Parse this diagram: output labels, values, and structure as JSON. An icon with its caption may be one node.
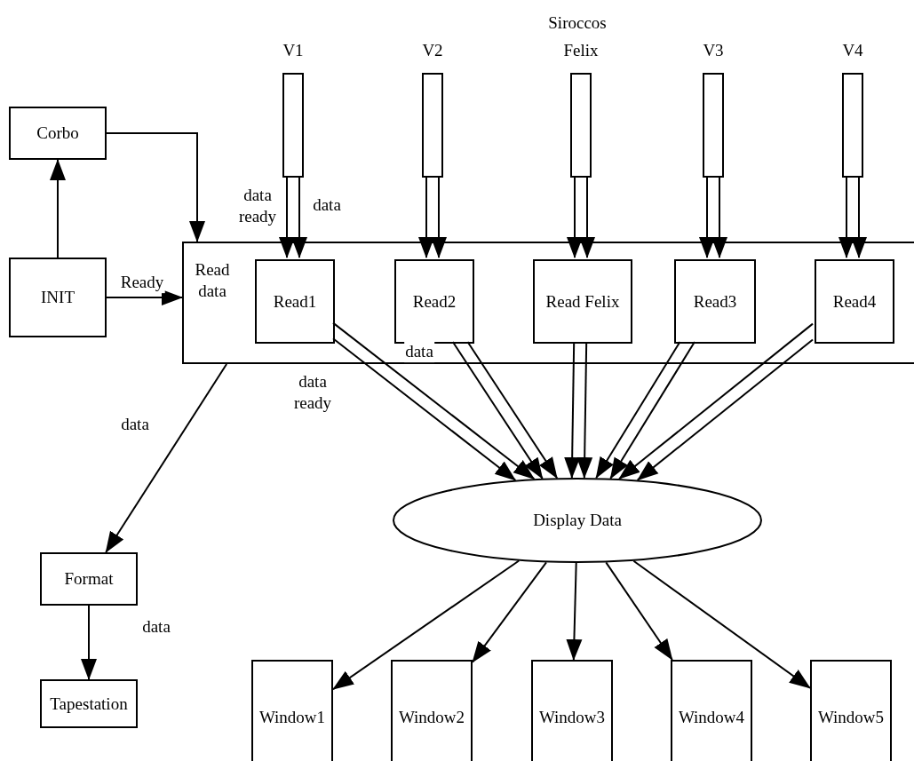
{
  "diagram": {
    "nodes": [
      {
        "text": [
          "V1"
        ]
      },
      {
        "text": [
          "V2"
        ]
      },
      {
        "text": [
          "Felix"
        ]
      },
      {
        "text": [
          "V3"
        ]
      },
      {
        "text": [
          "V4"
        ]
      },
      {
        "text": [
          "Corbo"
        ]
      },
      {
        "text": [
          "INIT"
        ]
      },
      {
        "text": [
          "Read data"
        ]
      },
      {
        "text": [
          "Read1"
        ],
        "in": 7
      },
      {
        "text": [
          "Read2"
        ],
        "in": 7
      },
      {
        "text": [
          "Read Felix"
        ],
        "in": 7
      },
      {
        "text": [
          "Read3"
        ],
        "in": 7
      },
      {
        "text": [
          "Read4"
        ],
        "in": 7
      },
      {
        "text": [
          "Display Data"
        ]
      },
      {
        "text": [
          "Format"
        ]
      },
      {
        "text": [
          "Tapestation"
        ]
      },
      {
        "text": [
          "Window1"
        ]
      },
      {
        "text": [
          "Window2"
        ]
      },
      {
        "text": [
          "Window3"
        ]
      },
      {
        "text": [
          "Window4"
        ]
      },
      {
        "text": [
          "Window5"
        ]
      }
    ],
    "edges": [
      {
        "from": 6,
        "to": 5,
        "arrow": "to"
      },
      {
        "from": 5,
        "to": 7,
        "arrow": "to"
      },
      {
        "from": 6,
        "to": 7,
        "arrow": "to",
        "label": "Ready"
      },
      {
        "from": 0,
        "to": 8,
        "arrow": "to",
        "label": "data ready"
      },
      {
        "from": 0,
        "to": 8,
        "arrow": "to",
        "label": "data"
      },
      {
        "from": 1,
        "to": 9,
        "arrow": "to"
      },
      {
        "from": 1,
        "to": 9,
        "arrow": "to"
      },
      {
        "from": 2,
        "to": 10,
        "arrow": "to"
      },
      {
        "from": 2,
        "to": 10,
        "arrow": "to"
      },
      {
        "from": 3,
        "to": 11,
        "arrow": "to"
      },
      {
        "from": 3,
        "to": 11,
        "arrow": "to"
      },
      {
        "from": 4,
        "to": 12,
        "arrow": "to"
      },
      {
        "from": 4,
        "to": 12,
        "arrow": "to"
      },
      {
        "from": 8,
        "to": 13,
        "arrow": "to",
        "label": "data ready"
      },
      {
        "from": 8,
        "to": 13,
        "arrow": "to",
        "label": "data"
      },
      {
        "from": 9,
        "to": 13,
        "arrow": "to"
      },
      {
        "from": 9,
        "to": 13,
        "arrow": "to"
      },
      {
        "from": 10,
        "to": 13,
        "arrow": "to"
      },
      {
        "from": 10,
        "to": 13,
        "arrow": "to"
      },
      {
        "from": 11,
        "to": 13,
        "arrow": "to"
      },
      {
        "from": 11,
        "to": 13,
        "arrow": "to"
      },
      {
        "from": 12,
        "to": 13,
        "arrow": "to"
      },
      {
        "from": 12,
        "to": 13,
        "arrow": "to"
      },
      {
        "from": 7,
        "to": 14,
        "arrow": "to",
        "label": "data"
      },
      {
        "from": 14,
        "to": 15,
        "arrow": "to",
        "label": "data"
      },
      {
        "from": 13,
        "to": 16,
        "arrow": "to"
      },
      {
        "from": 13,
        "to": 17,
        "arrow": "to"
      },
      {
        "from": 13,
        "to": 18,
        "arrow": "to"
      },
      {
        "from": 13,
        "to": 19,
        "arrow": "to"
      },
      {
        "from": 13,
        "to": 20,
        "arrow": "to"
      }
    ],
    "labels": [
      "Siroccos"
    ]
  }
}
